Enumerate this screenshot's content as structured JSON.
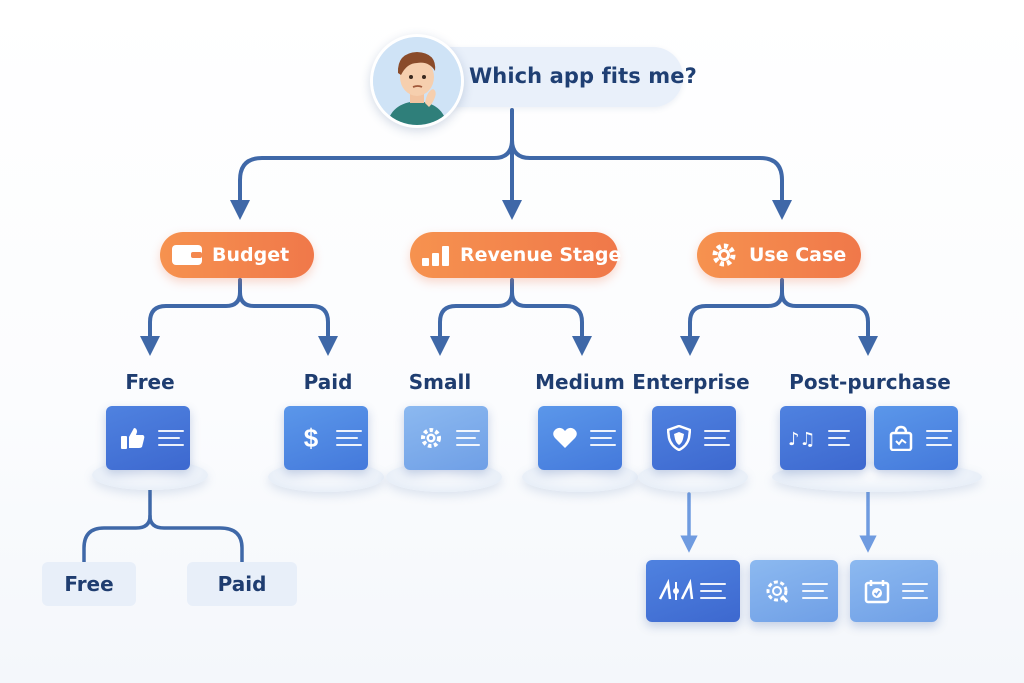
{
  "question": {
    "text": "Which app fits me?"
  },
  "categories": [
    {
      "label": "Budget",
      "icon": "wallet-icon"
    },
    {
      "label": "Revenue Stage",
      "icon": "bar-chart-icon"
    },
    {
      "label": "Use Case",
      "icon": "gear-icon"
    }
  ],
  "options": {
    "free": "Free",
    "paid": "Paid",
    "small": "Small",
    "medium": "Medium",
    "enterprise": "Enterprise",
    "post_purchase": "Post-purchase"
  },
  "sub_options": {
    "free": "Free",
    "paid": "Paid"
  },
  "card_icons": [
    "thumbs-up-icon",
    "dollar-icon",
    "gear-icon",
    "heart-icon",
    "shield-icon",
    "music-notes-icon",
    "shopping-bag-icon",
    "integration-icon",
    "refresh-icon",
    "calendar-check-icon"
  ],
  "colors": {
    "connector": "#3f68a8",
    "connector_light": "#6f9be0",
    "accent_orange": "#f28a4d",
    "card_blue": "#4a7bdc",
    "text_navy": "#1f3d70"
  }
}
